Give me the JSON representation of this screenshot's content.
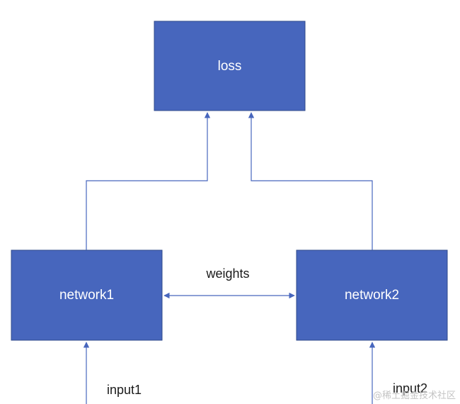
{
  "colors": {
    "node_fill": "#4766bd",
    "node_border": "#2f4a8a",
    "edge": "#4766bd",
    "background": "#ffffff"
  },
  "nodes": {
    "loss": {
      "label": "loss"
    },
    "network1": {
      "label": "network1"
    },
    "network2": {
      "label": "network2"
    }
  },
  "edges": {
    "weights": {
      "label": "weights"
    },
    "input1": {
      "label": "input1"
    },
    "input2": {
      "label": "input2"
    }
  },
  "watermark": {
    "text": "@稀土掘金技术社区"
  }
}
